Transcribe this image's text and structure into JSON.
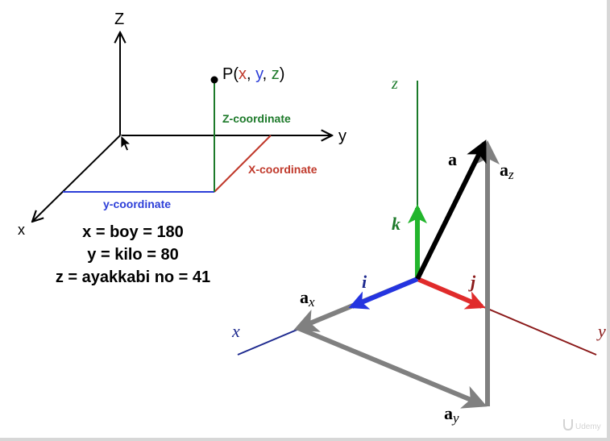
{
  "colors": {
    "black": "#000000",
    "red": "#c0392b",
    "blue": "#2c3ed8",
    "green": "#1d7a2a",
    "gray": "#808080",
    "navy": "#1e2a8f",
    "darkred": "#8b1a1a",
    "bright_green": "#22b52c",
    "bright_red": "#e02b2b",
    "bright_blue": "#2434e0"
  },
  "left_diagram": {
    "axis_z": "Z",
    "axis_y": "y",
    "axis_x": "x",
    "point_prefix": "P(",
    "point_x": "x",
    "point_sep1": ", ",
    "point_y": "y",
    "point_sep2": ", ",
    "point_z": "z",
    "point_suffix": ")",
    "z_coordinate": "Z-coordinate",
    "x_coordinate": "X-coordinate",
    "y_coordinate": "y-coordinate",
    "eq1": "x = boy = 180",
    "eq2": "y = kilo = 80",
    "eq3": "z = ayakkabi no = 41"
  },
  "right_diagram": {
    "axis_z": "z",
    "axis_x": "x",
    "axis_y": "y",
    "unit_k": "k",
    "unit_i": "i",
    "unit_j": "j",
    "vec_a": "a",
    "comp_base": "a",
    "sub_z": "z",
    "sub_x": "x",
    "sub_y": "y"
  },
  "watermark": "Udemy"
}
